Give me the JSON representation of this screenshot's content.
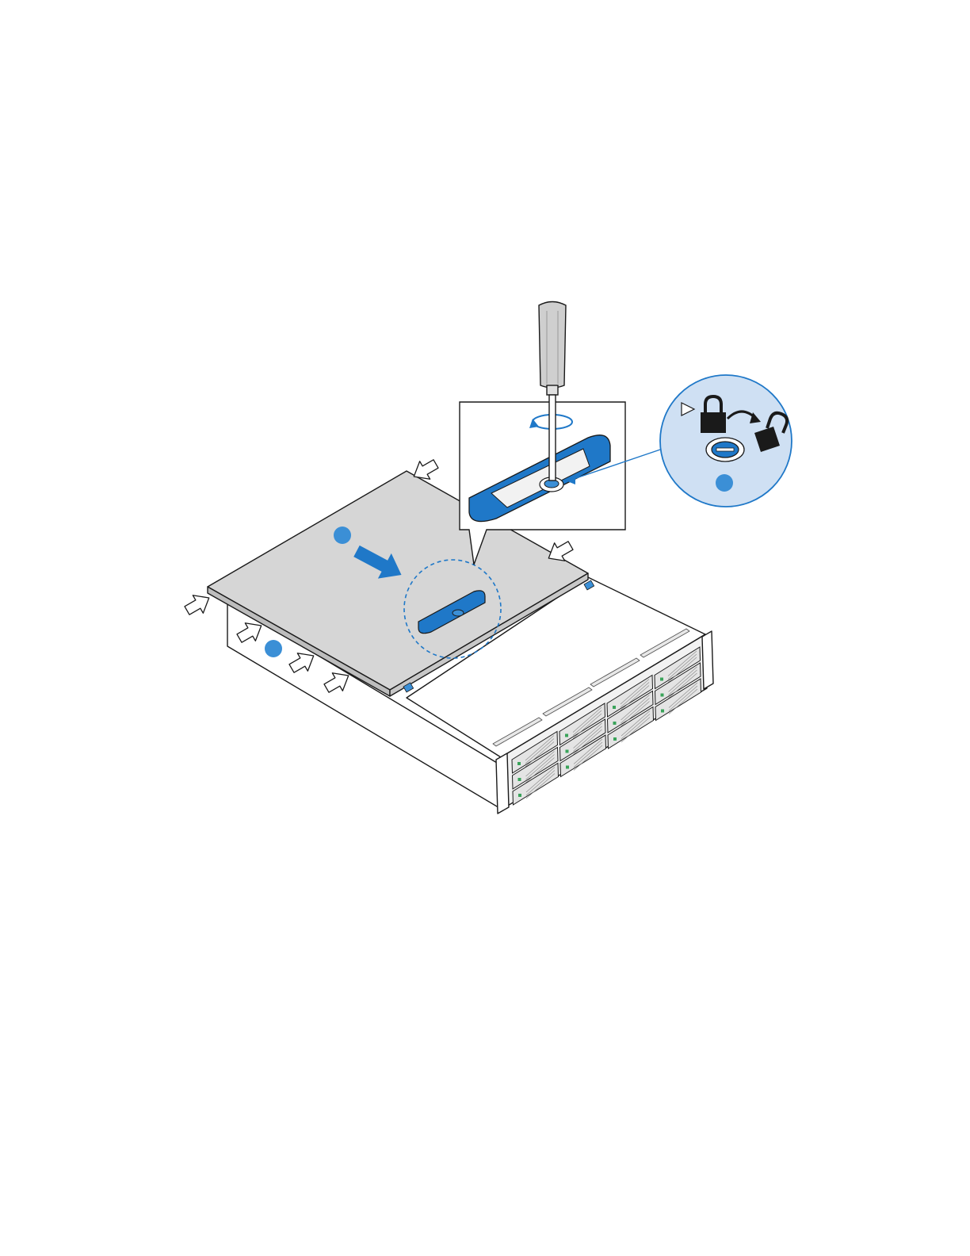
{
  "figure": {
    "description_visible_text": "",
    "callouts": [
      {
        "id": "callout-1",
        "label": ""
      },
      {
        "id": "callout-2",
        "label": ""
      },
      {
        "id": "callout-3",
        "label": ""
      }
    ],
    "icons": [
      "screwdriver-icon",
      "rotate-arrow-icon",
      "lock-closed-icon",
      "lock-open-icon",
      "triangle-indicator-icon",
      "push-arrow-icon",
      "slide-arrow-icon"
    ],
    "colors": {
      "accent_blue": "#1f78c8",
      "callout_blue": "#3b8fd6",
      "zoom_circle_fill": "#cfe0f3",
      "cover_gray": "#d6d6d6",
      "outline": "#1a1a1a",
      "chassis_white": "#ffffff"
    }
  }
}
